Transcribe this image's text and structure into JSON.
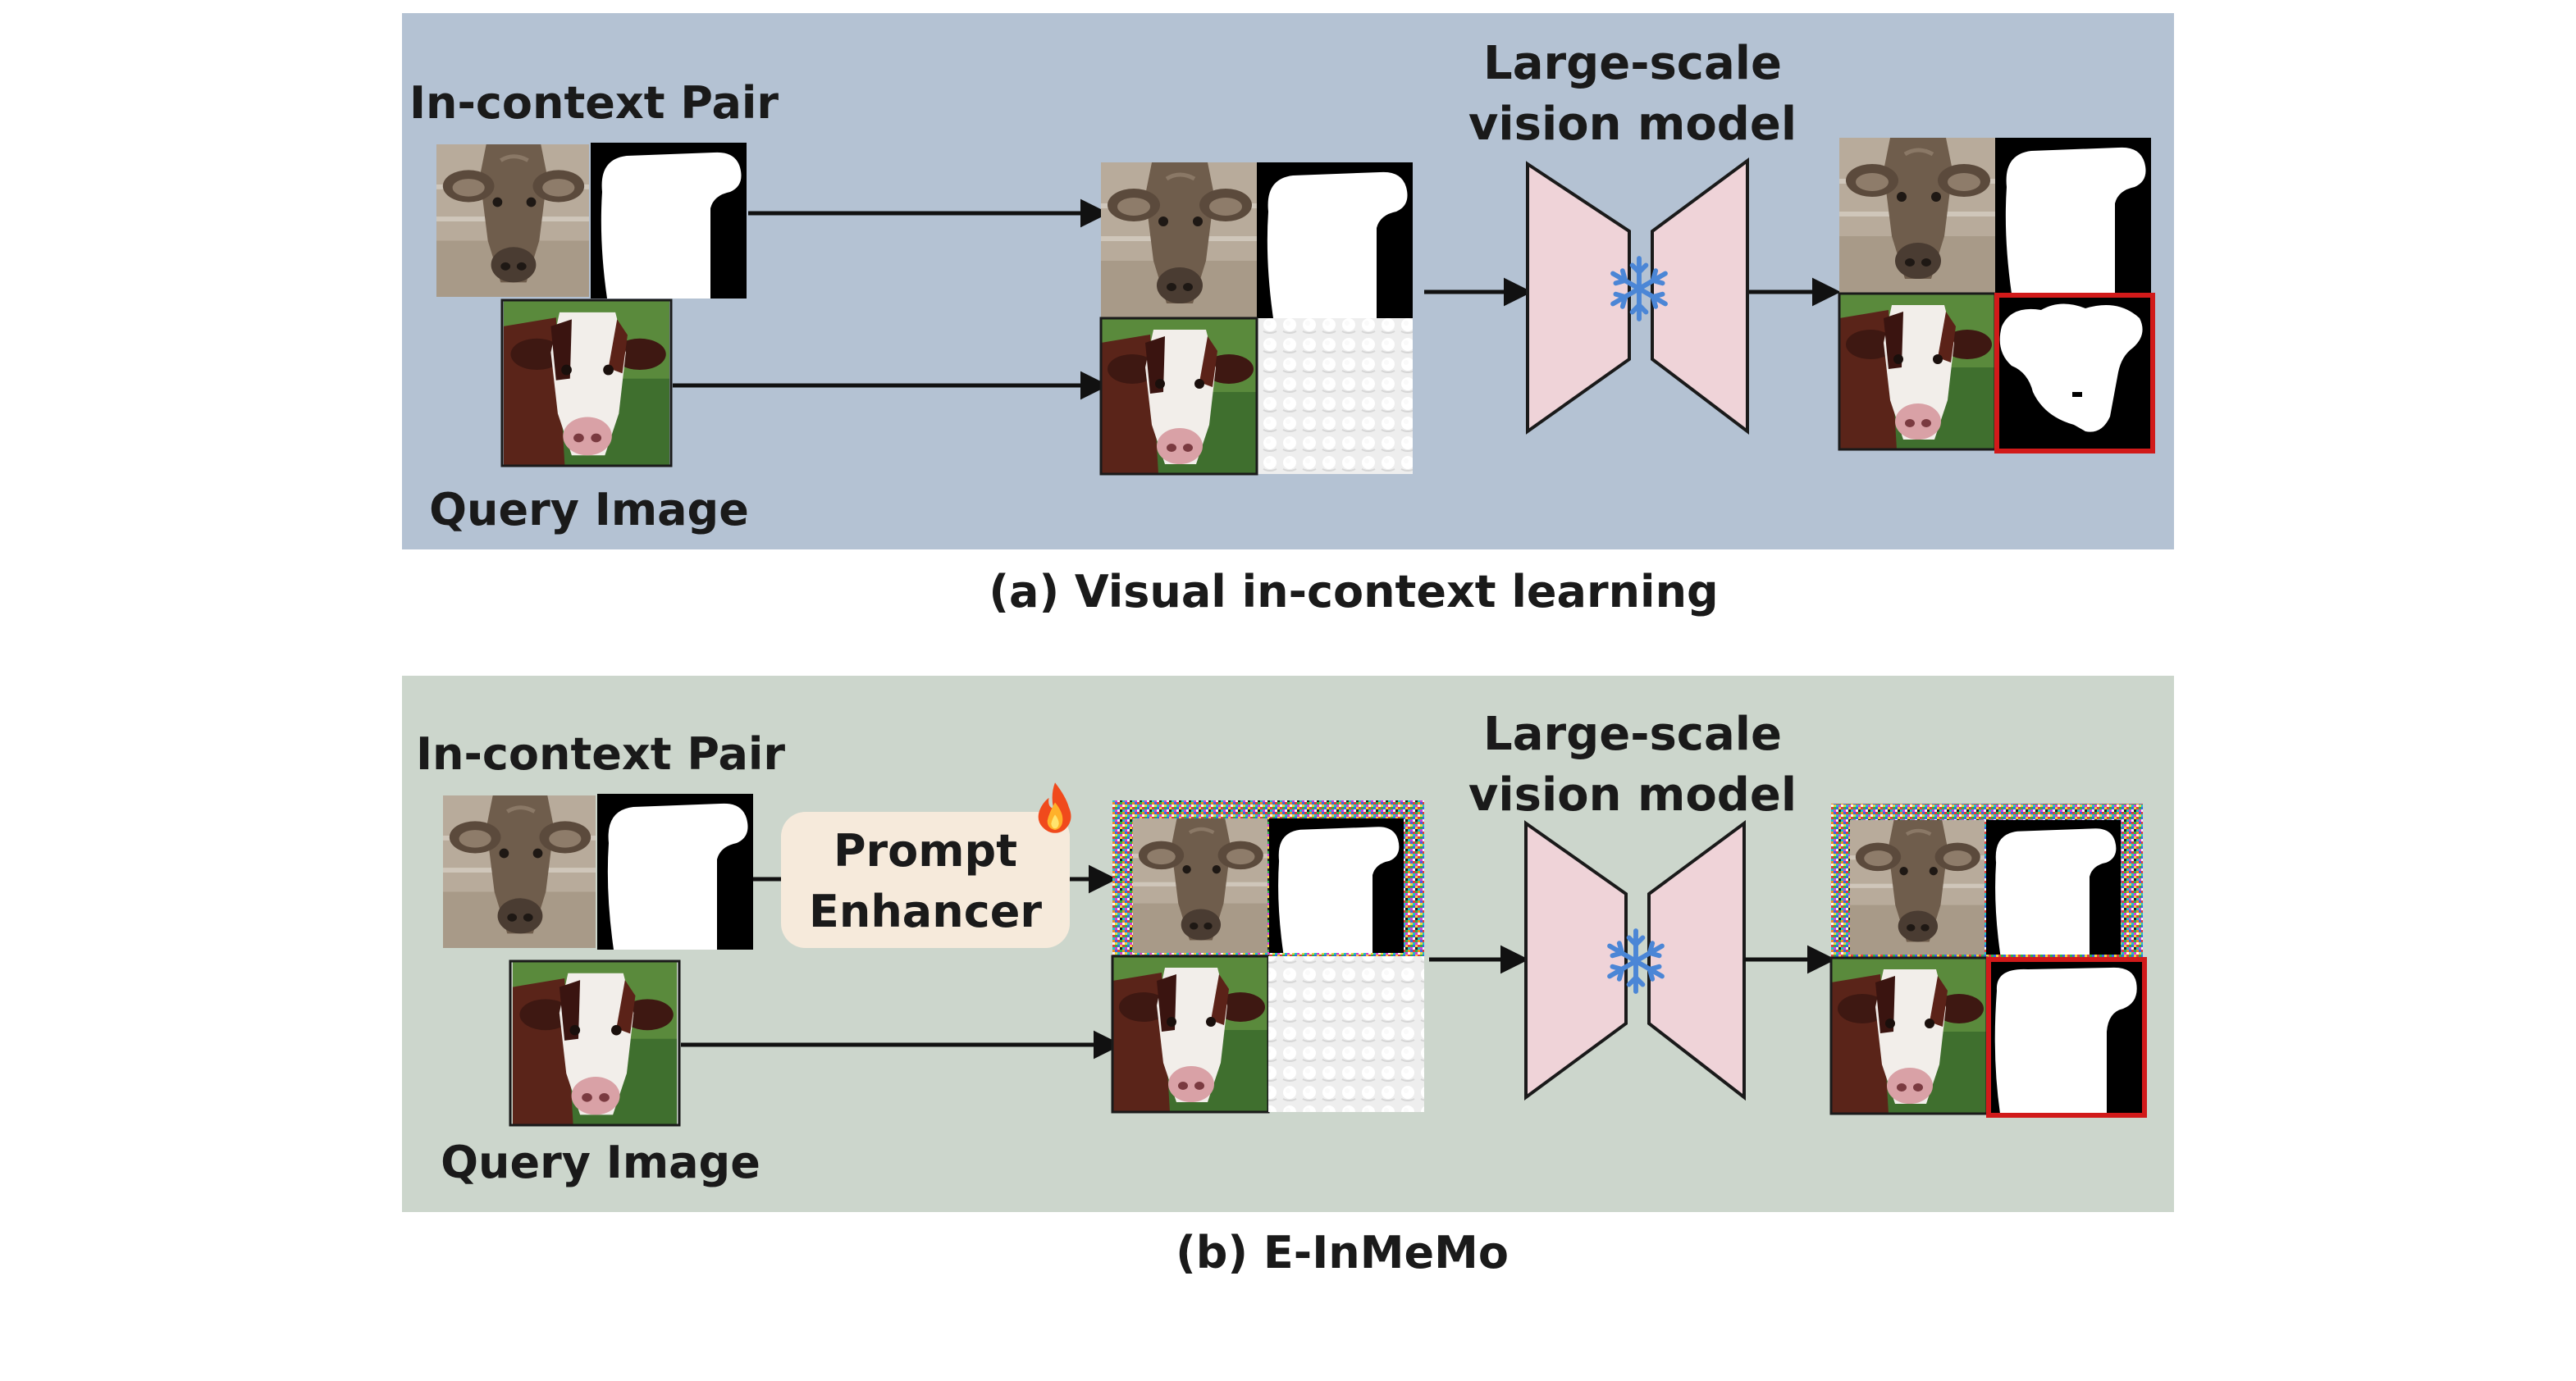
{
  "panel_a": {
    "in_context_label": "In-context Pair",
    "query_label": "Query Image",
    "model_label_line1": "Large-scale",
    "model_label_line2": "vision model",
    "caption": "(a) Visual in-context learning",
    "background": "#b4c2d3"
  },
  "panel_b": {
    "in_context_label": "In-context Pair",
    "query_label": "Query Image",
    "enhancer_line1": "Prompt",
    "enhancer_line2": "Enhancer",
    "model_label_line1": "Large-scale",
    "model_label_line2": "vision model",
    "caption": "(b) E-InMeMo",
    "background": "#ccd6cc"
  },
  "icons": {
    "frozen": "snowflake-icon",
    "trainable": "fire-icon"
  },
  "colors": {
    "model_fill": "#efd3d8",
    "highlight_border": "#d11a1a",
    "enhancer_fill": "#f6eadb",
    "snowflake": "#4b86d6"
  }
}
